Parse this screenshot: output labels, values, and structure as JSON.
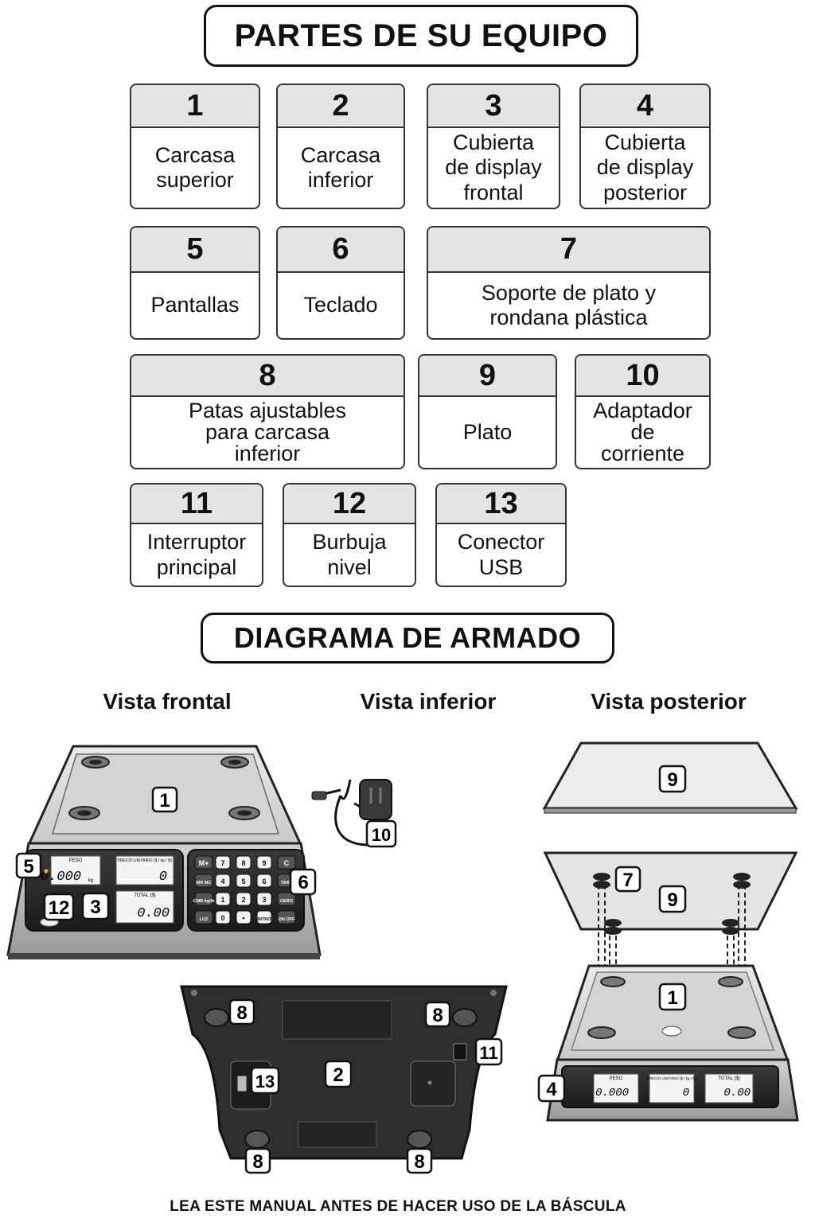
{
  "title": "PARTES DE SU EQUIPO",
  "parts": [
    {
      "num": "1",
      "label": "Carcasa\nsuperior"
    },
    {
      "num": "2",
      "label": "Carcasa\ninferior"
    },
    {
      "num": "3",
      "label": "Cubierta\nde display\nfrontal"
    },
    {
      "num": "4",
      "label": "Cubierta\nde display\nposterior"
    },
    {
      "num": "5",
      "label": "Pantallas"
    },
    {
      "num": "6",
      "label": "Teclado"
    },
    {
      "num": "7",
      "label": "Soporte de plato y\nrondana plástica"
    },
    {
      "num": "8",
      "label": "Patas ajustables\npara carcasa\ninferior"
    },
    {
      "num": "9",
      "label": "Plato"
    },
    {
      "num": "10",
      "label": "Adaptador\nde\ncorriente"
    },
    {
      "num": "11",
      "label": "Interruptor\nprincipal"
    },
    {
      "num": "12",
      "label": "Burbuja\nnivel"
    },
    {
      "num": "13",
      "label": "Conector\nUSB"
    }
  ],
  "diagram_title": "DIAGRAMA DE ARMADO",
  "views": {
    "front": "Vista frontal",
    "bottom": "Vista inferior",
    "rear": "Vista posterior"
  },
  "scale_display": {
    "peso_label": "PESO",
    "peso_value": "0.000",
    "peso_unit": "kg",
    "precio_label": "PRECIO UNITARIO ($ / kg / lb)",
    "precio_value": "0",
    "total_label": "TOTAL ($)",
    "total_value": "0.00"
  },
  "keypad": [
    "M+",
    "7",
    "8",
    "9",
    "C",
    "MR MC",
    "4",
    "5",
    "6",
    "TARE",
    "CMB kg/lb",
    "1",
    "2",
    "3",
    "CERO",
    "LUZ",
    "0",
    "•",
    "INTRO",
    "ON OFF"
  ],
  "callouts": {
    "c1": "1",
    "c2": "2",
    "c3": "3",
    "c4": "4",
    "c5": "5",
    "c6": "6",
    "c7": "7",
    "c8": "8",
    "c9": "9",
    "c10": "10",
    "c11": "11",
    "c12": "12",
    "c13": "13"
  },
  "footer": "LEA ESTE MANUAL ANTES DE HACER USO DE LA BÁSCULA"
}
